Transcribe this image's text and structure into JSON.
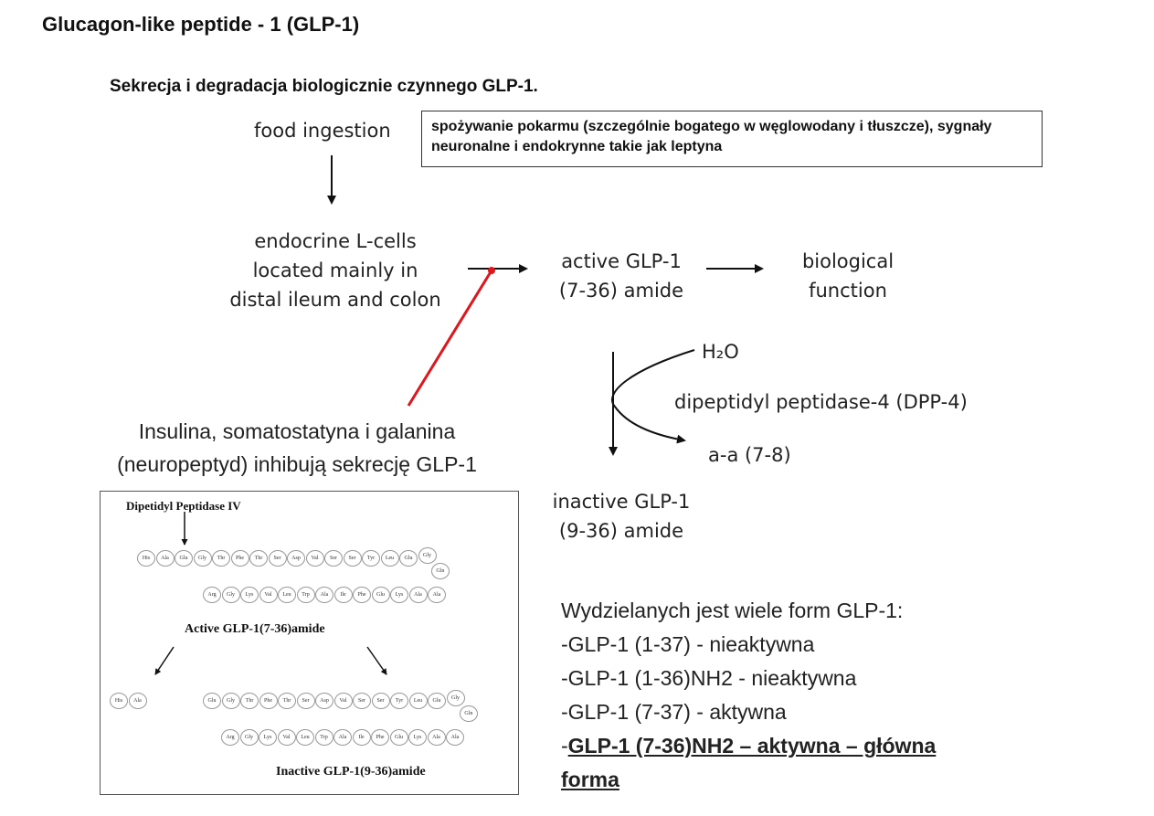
{
  "title": "Glucagon-like peptide - 1 (GLP-1)",
  "subtitle": "Sekrecja i degradacja biologicznie czynnego GLP-1.",
  "food_ingestion": "food ingestion",
  "polish_box": "spożywanie pokarmu (szczególnie bogatego w węglowodany i tłuszcze), sygnały neuronalne i endokrynne takie jak leptyna",
  "lcells": [
    "endocrine L-cells",
    "located mainly in",
    "distal ileum and colon"
  ],
  "active_glp": [
    "active GLP-1",
    "(7-36) amide"
  ],
  "biological": [
    "biological",
    "function"
  ],
  "water": "H₂O",
  "dpp4": "dipeptidyl peptidase-4 (DPP-4)",
  "aa": "a-a (7-8)",
  "inactive_glp": [
    "inactive GLP-1",
    "(9-36) amide"
  ],
  "inhibition": [
    "Insulina, somatostatyna i galanina",
    "(neuropeptyd) inhibują sekrecję GLP-1"
  ],
  "forms": {
    "heading": "Wydzielanych jest wiele form GLP-1:",
    "items": [
      "-GLP-1 (1-37) - nieaktywna",
      "-GLP-1 (1-36)NH2  - nieaktywna",
      "-GLP-1 (7-37) - aktywna"
    ],
    "main_prefix": "-",
    "main_line1": "GLP-1 (7-36)NH2 – aktywna – główna",
    "main_line2": "forma"
  },
  "inset": {
    "enzyme": "Dipetidyl Peptidase IV",
    "active_label": "Active GLP-1(7-36)amide",
    "inactive_label": "Inactive GLP-1(9-36)amide",
    "row1": [
      "His",
      "Ala",
      "Glu",
      "Gly",
      "Thr",
      "Phe",
      "Thr",
      "Ser",
      "Asp",
      "Val",
      "Ser",
      "Ser",
      "Tyr",
      "Leu",
      "Glu",
      "Gly",
      "Gln"
    ],
    "row2": [
      "Arg",
      "Gly",
      "Lys",
      "Val",
      "Leu",
      "Trp",
      "Ala",
      "Ile",
      "Phe",
      "Glu",
      "Lys",
      "Ala",
      "Ala"
    ],
    "cleaved": [
      "His",
      "Ala"
    ],
    "row3": [
      "Glu",
      "Gly",
      "Thr",
      "Phe",
      "Thr",
      "Ser",
      "Asp",
      "Val",
      "Ser",
      "Ser",
      "Tyr",
      "Leu",
      "Glu",
      "Gly",
      "Gln"
    ],
    "row4": [
      "Arg",
      "Gly",
      "Lys",
      "Val",
      "Leu",
      "Trp",
      "Ala",
      "Ile",
      "Phe",
      "Glu",
      "Lys",
      "Ala",
      "Ala"
    ]
  },
  "colors": {
    "inhibition_line": "#e0161c"
  }
}
